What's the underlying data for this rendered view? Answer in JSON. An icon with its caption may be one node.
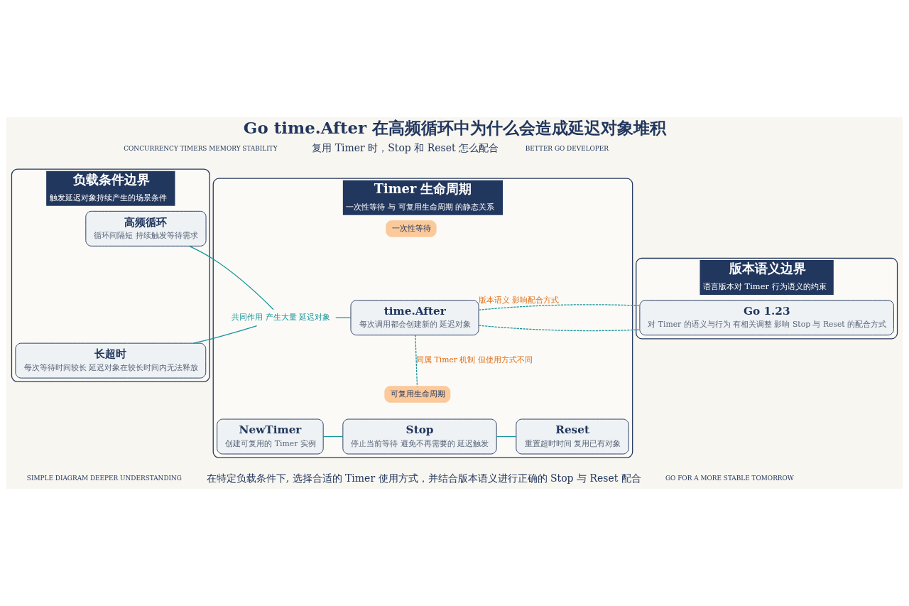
{
  "diagram": {
    "title": "Go time.After 在高频循环中为什么会造成延迟对象堆积",
    "caption": "在特定负载条件下, 选择合适的 Timer 使用方式，并结合版本语义进行正确的 Stop 与 Reset 配合",
    "nodes": [
      {
        "text": [
          "负载条件边界",
          "触发延迟对象持续产生的场景条件"
        ]
      },
      {
        "text": [
          "高频循环",
          "循环间隔短 持续触发等待需求"
        ],
        "in": 0
      },
      {
        "text": [
          "长超时",
          "每次等待时间较长 延迟对象在较长时间内无法释放"
        ],
        "in": 0
      },
      {
        "text": [
          "Timer 生命周期",
          "一次性等待 与 可复用生命周期 的静态关系"
        ]
      },
      {
        "text": [
          "共同作用 产生大量 延迟对象"
        ],
        "in": 3
      },
      {
        "text": [
          "一次性等待"
        ],
        "in": 3
      },
      {
        "text": [
          "time.After",
          "每次调用都会创建新的 延迟对象"
        ],
        "in": 3
      },
      {
        "text": [
          "可复用生命周期"
        ],
        "in": 3
      },
      {
        "text": [
          "NewTimer",
          "创建可复用的 Timer 实例"
        ],
        "in": 3
      },
      {
        "text": [
          "Stop",
          "停止当前等待 避免不再需要的 延迟触发"
        ],
        "in": 3
      },
      {
        "text": [
          "Reset",
          "重置超时时间 复用已有对象"
        ],
        "in": 3
      },
      {
        "text": [
          "版本语义边界",
          "语言版本对 Timer 行为语义的约束"
        ]
      },
      {
        "text": [
          "Go 1.23",
          "对 Timer 的语义与行为 有相关调整 影响 Stop 与 Reset 的配合方式"
        ],
        "in": 11
      }
    ],
    "edges": [
      {
        "from": 1,
        "to": 4,
        "arrow": "none"
      },
      {
        "from": 2,
        "to": 4,
        "arrow": "none"
      },
      {
        "from": 4,
        "to": 6,
        "arrow": "none"
      },
      {
        "from": 6,
        "to": 7,
        "arrow": "none",
        "style": "dashed",
        "label": "同属 Timer 机制 但使用方式不同"
      },
      {
        "from": 8,
        "to": 9,
        "arrow": "none"
      },
      {
        "from": 9,
        "to": 10,
        "arrow": "none"
      },
      {
        "from": 6,
        "to": 12,
        "arrow": "none",
        "style": "dashed",
        "label": "版本语义 影响配合方式"
      }
    ],
    "labels": [
      "CONCURRENCY TIMERS MEMORY STABILITY",
      "BETTER GO DEVELOPER",
      "复用 Timer 时，Stop 和 Reset 怎么配合",
      "SIMPLE DIAGRAM DEEPER UNDERSTANDING",
      "GO FOR A MORE STABLE TOMORROW"
    ]
  }
}
